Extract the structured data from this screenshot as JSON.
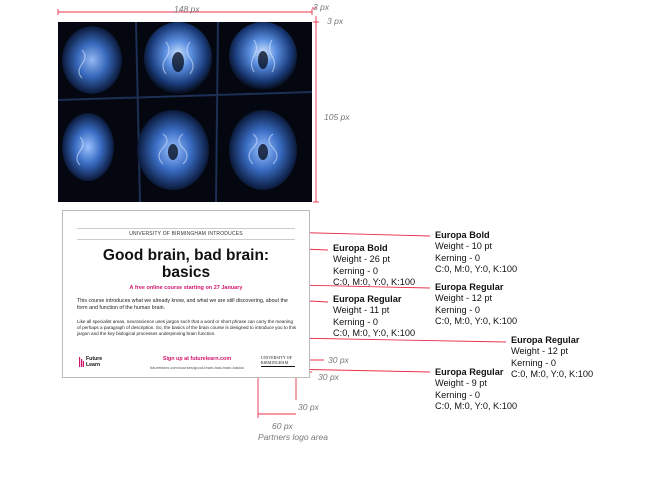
{
  "dimensions": {
    "image_width": "148 px",
    "image_margin_right": "3 px",
    "image_margin_top": "3 px",
    "image_height": "105 px",
    "logo_gap_vertical": "30 px",
    "logo_gap_horizontal": "30 px",
    "bottom_margin": "30 px",
    "partner_logo_width": "60 px",
    "partner_logo_area": "Partners logo area"
  },
  "leaflet": {
    "intro": "UNIVERSITY OF BIRMINGHAM INTRODUCES",
    "title_line1": "Good brain, bad brain:",
    "title_line2": "basics",
    "subtitle": "A free online course starting on 27 January",
    "para1": "This course introduces what we already know, and what we are still discovering, about the form and function of the human brain.",
    "para2": "Like all specialist areas, neuroscience uses jargon such that a word or short phrase can carry the meaning of perhaps a paragraph of description. So, the basics of the brain course is designed to introduce you to this jargon and the key biological processes underpinning brain function.",
    "logo_line1": "Future",
    "logo_line2": "Learn",
    "signup": "Sign up at futurelearn.com",
    "url": "futurelearn.com/courses/good-brain-bad-brain-basics",
    "partner_line1": "UNIVERSITY OF",
    "partner_line2": "BIRMINGHAM"
  },
  "specs": [
    {
      "font": "Europa Bold",
      "weight": "Weight - 10 pt",
      "kerning": "Kerning - 0",
      "color": "C:0, M:0, Y:0, K:100"
    },
    {
      "font": "Europa Bold",
      "weight": "Weight - 26 pt",
      "kerning": "Kerning - 0",
      "color": "C:0, M:0, Y:0, K:100"
    },
    {
      "font": "Europa Regular",
      "weight": "Weight - 12 pt",
      "kerning": "Kerning - 0",
      "color": "C:0, M:0, Y:0, K:100"
    },
    {
      "font": "Europa Regular",
      "weight": "Weight - 11 pt",
      "kerning": "Kerning - 0",
      "color": "C:0, M:0, Y:0, K:100"
    },
    {
      "font": "Europa Regular",
      "weight": "Weight - 12 pt",
      "kerning": "Kerning - 0",
      "color": "C:0, M:0, Y:0, K:100"
    },
    {
      "font": "Europa Regular",
      "weight": "Weight - 9 pt",
      "kerning": "Kerning - 0",
      "color": "C:0, M:0, Y:0, K:100"
    }
  ],
  "colors": {
    "annotation_red": "#e8304a",
    "brand_pink": "#d1146c",
    "scan_blue": "#3b78d6"
  }
}
